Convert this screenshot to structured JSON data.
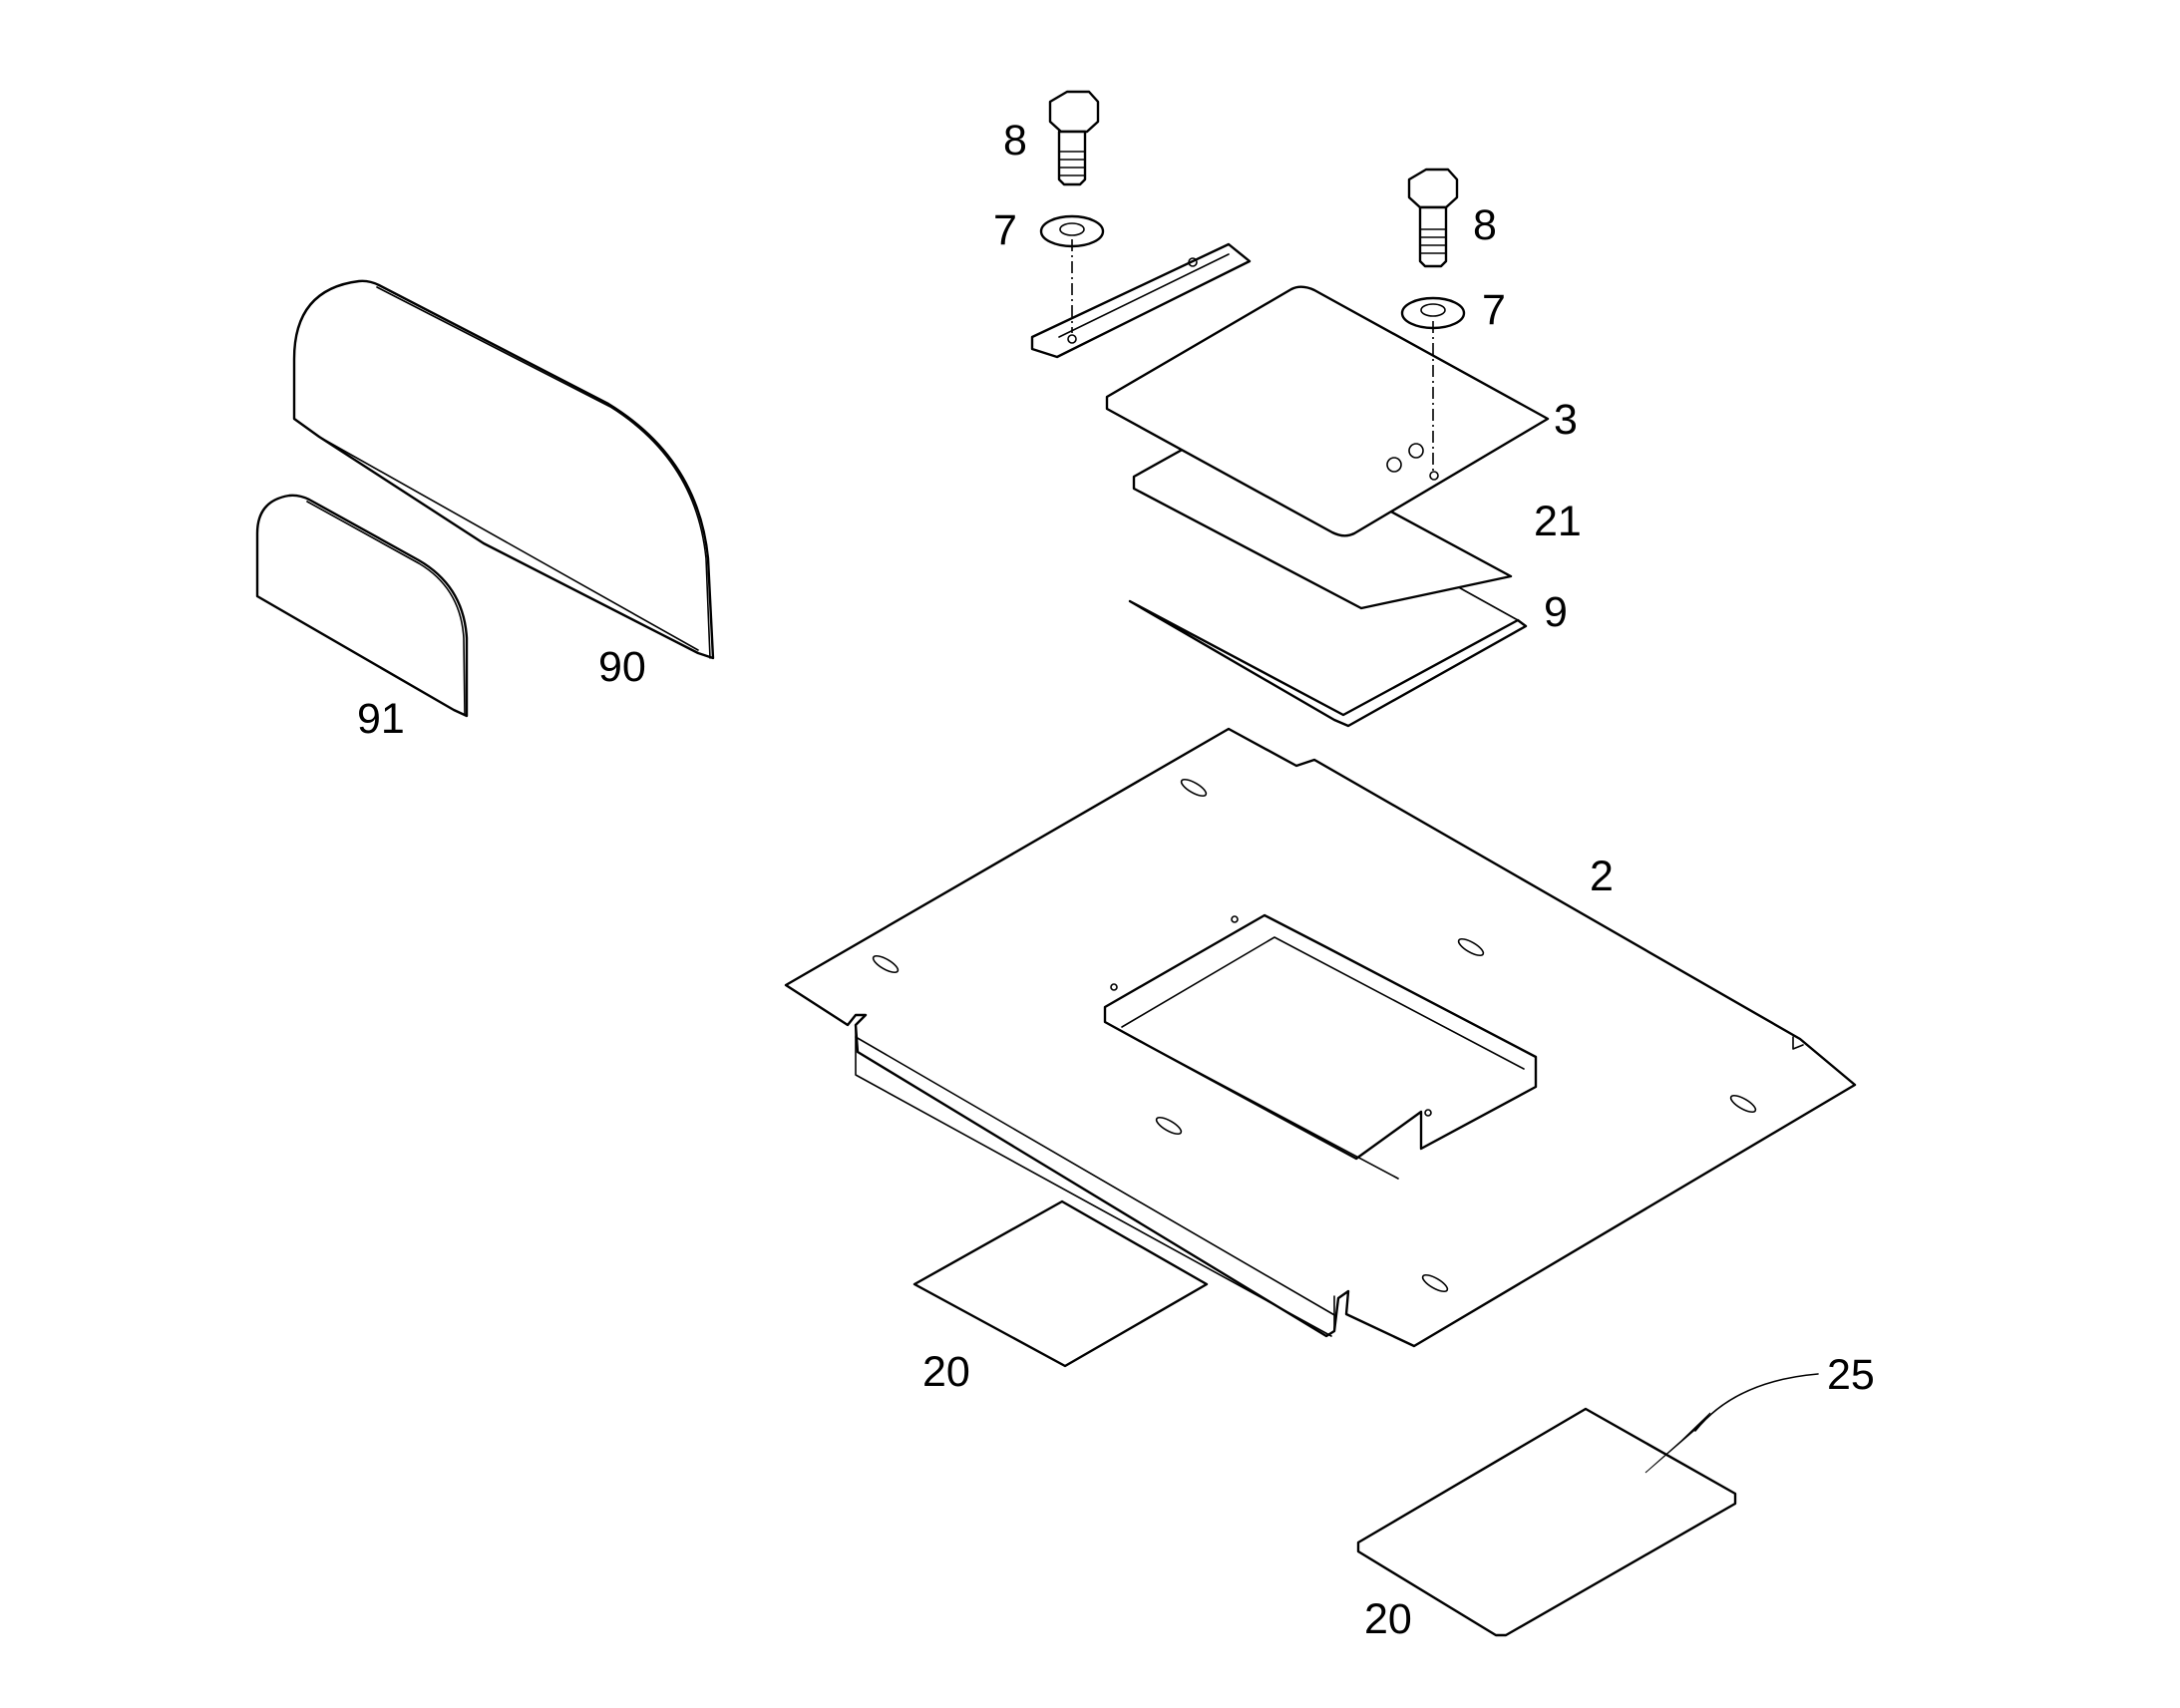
{
  "figure": {
    "background": "#ffffff",
    "line_color": "#000000"
  },
  "labels": {
    "bolt_left": "8",
    "washer_left": "7",
    "bolt_right": "8",
    "washer_right": "7",
    "cover_plate": "3",
    "gasket_sheet": "21",
    "seal_frame": "9",
    "base_plate": "2",
    "panel_large": "90",
    "panel_small": "91",
    "pad_left": "20",
    "pad_right": "20",
    "surface_pointer": "25"
  }
}
